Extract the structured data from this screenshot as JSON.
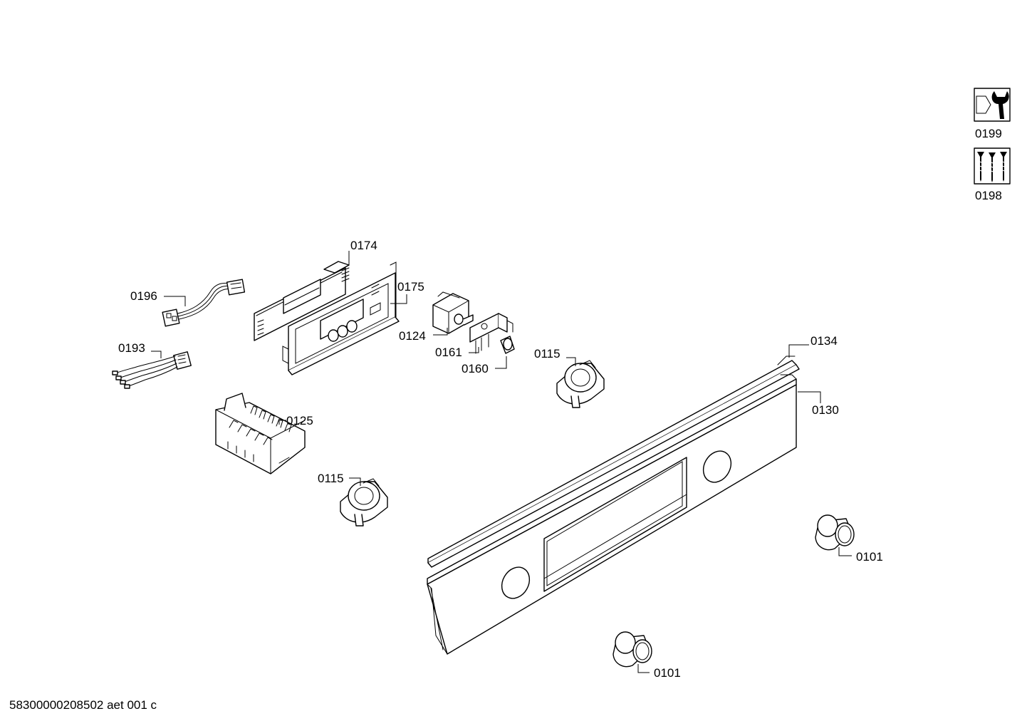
{
  "labels": {
    "l0196": "0196",
    "l0193": "0193",
    "l0174": "0174",
    "l0175": "0175",
    "l0124": "0124",
    "l0161": "0161",
    "l0160": "0160",
    "l0115a": "0115",
    "l0115b": "0115",
    "l0125": "0125",
    "l0134": "0134",
    "l0130": "0130",
    "l0101a": "0101",
    "l0101b": "0101",
    "l0199": "0199",
    "l0198": "0198"
  },
  "icons": {
    "tool": "wrench-nut-icon",
    "screws": "screw-set-icon"
  },
  "footer": {
    "code": "58300000208502 aet 001 c"
  }
}
